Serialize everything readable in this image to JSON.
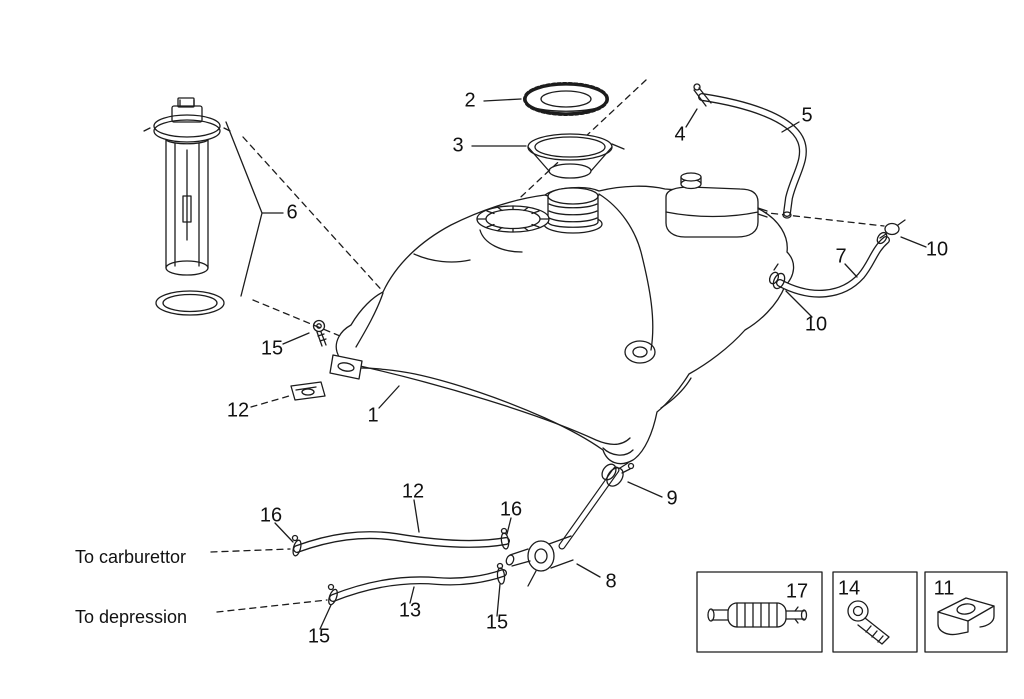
{
  "diagram": {
    "colors": {
      "line": "#1c1c1c",
      "background": "#ffffff"
    },
    "text_labels": {
      "to_carburettor": "To carburettor",
      "to_depression": "To depression"
    },
    "callouts": {
      "part1": "1",
      "part2": "2",
      "part3": "3",
      "part4": "4",
      "part5": "5",
      "part6": "6",
      "part7": "7",
      "part8": "8",
      "part9": "9",
      "part10_upper": "10",
      "part10_lower": "10",
      "part11": "11",
      "part12_clamp": "12",
      "part12_hose": "12",
      "part13": "13",
      "part14": "14",
      "part15_screw": "15",
      "part15_hose_left": "15",
      "part15_hose_right": "15",
      "part16_left": "16",
      "part16_right": "16",
      "part17": "17"
    }
  }
}
